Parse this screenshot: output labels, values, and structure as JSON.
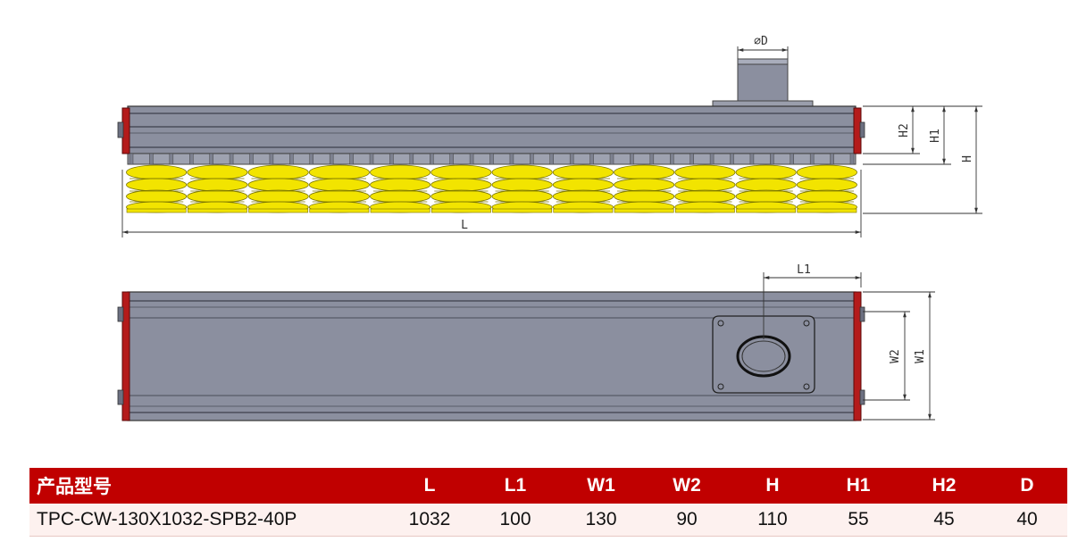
{
  "drawing": {
    "labels": {
      "phi_d": "∅D",
      "h2": "H2",
      "h1": "H1",
      "h": "H",
      "l": "L",
      "l1": "L1",
      "w2": "W2",
      "w1": "W1"
    },
    "colors": {
      "body": "#8b8f9f",
      "body_dark": "#6c7081",
      "end_cap": "#b41b1b",
      "cup": "#f2e400",
      "cup_edge": "#7a7400",
      "dim_line": "#333333"
    },
    "suction_cup_count": 12
  },
  "table": {
    "headers": [
      "产品型号",
      "L",
      "L1",
      "W1",
      "W2",
      "H",
      "H1",
      "H2",
      "D"
    ],
    "rows": [
      [
        "TPC-CW-130X1032-SPB2-40P",
        "1032",
        "100",
        "130",
        "90",
        "110",
        "55",
        "45",
        "40"
      ]
    ],
    "colors": {
      "header_bg": "#c00000",
      "header_text": "#ffffff",
      "row_bg": "#fdf1ef"
    }
  }
}
